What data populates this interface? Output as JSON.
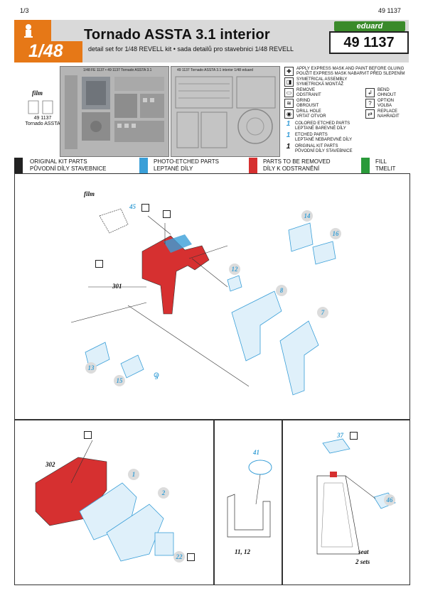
{
  "header": {
    "page_number": "1/3",
    "page_code": "49 1137",
    "brand": "eduard",
    "title": "Tornado ASSTA 3.1 interior",
    "product_code": "49 1137",
    "scale": "1/48",
    "subtitle": "detail set for 1/48 REVELL kit • sada detailů pro stavebnici 1/48 REVELL"
  },
  "film": {
    "label": "film",
    "text_line1": "49 1137",
    "text_line2": "Tornado ASSTA"
  },
  "fret_labels": {
    "fret1": "1/48 FE 1137 • 49 1137 Tornado ASSTA 3.1",
    "fret2": "49 1137 Tornado ASSTA 3.1 interior 1/48 eduard"
  },
  "legend": [
    {
      "icon": "mask-icon",
      "text": "APPLY EXPRESS MASK AND PAINT BEFORE GLUING\nPOUŽIT EXPRESS MASK NABARVIT PŘED SLEPENÍM"
    },
    {
      "icon": "symmetry-icon",
      "text": "SYMETRICAL ASSEMBLY\nSYMETRICKÁ MONTÁŽ"
    },
    {
      "icon": "remove-icon",
      "text": "REMOVE\nODSTRANIT"
    },
    {
      "icon": "bend-icon",
      "text": "BEND\nOHNOUT"
    },
    {
      "icon": "grind-icon",
      "text": "GRIND\nOBROUSIT"
    },
    {
      "icon": "option-icon",
      "text": "OPTION\nVOLBA"
    },
    {
      "icon": "drill-icon",
      "text": "DRILL HOLE\nVRTAT OTVOR"
    },
    {
      "icon": "replace-icon",
      "text": "REPLACE\nNAHRADIT"
    },
    {
      "icon": "colored-parts-icon",
      "text": "COLORED ETCHED PARTS\nLEPTANÉ BAREVNÉ DÍLY"
    },
    {
      "icon": "etched-parts-icon",
      "text": "ETCHED PARTS\nLEPTANÉ NEBAREVNÉ DÍLY"
    },
    {
      "icon": "kit-parts-icon",
      "text": "ORIGINAL KIT PARTS\nPŮVODNÍ DÍLY STAVEBNICE"
    }
  ],
  "legend_nums": {
    "colored": "1",
    "etched": "1",
    "kit": "1"
  },
  "color_key": [
    {
      "color": "#222222",
      "line1": "ORIGINAL KIT PARTS",
      "line2": "PŮVODNÍ DÍLY STAVEBNICE"
    },
    {
      "color": "#3a9fd8",
      "line1": "PHOTO-ETCHED PARTS",
      "line2": "LEPTANÉ DÍLY"
    },
    {
      "color": "#d63030",
      "line1": "PARTS TO BE REMOVED",
      "line2": "DÍLY K ODSTRANĚNÍ"
    },
    {
      "color": "#2a9a3a",
      "line1": "FILL",
      "line2": "TMELIT"
    }
  ],
  "step1": {
    "film": "film",
    "p45": "45",
    "p14": "14",
    "p16": "16",
    "p12": "12",
    "p8": "8",
    "p7": "7",
    "p301": "301",
    "p13": "13",
    "p15": "15",
    "p5": "5"
  },
  "step2": {
    "p302": "302",
    "p1": "1",
    "p2": "2",
    "p22": "22"
  },
  "step3": {
    "p41": "41",
    "p1112": "11, 12"
  },
  "step4": {
    "p37": "37",
    "p46": "46",
    "seat": "seat",
    "sets": "2 sets"
  },
  "colors": {
    "orange": "#e67817",
    "red": "#d63030",
    "blue": "#3a9fd8",
    "green": "#2a9a3a",
    "grey": "#d9d9d9"
  }
}
